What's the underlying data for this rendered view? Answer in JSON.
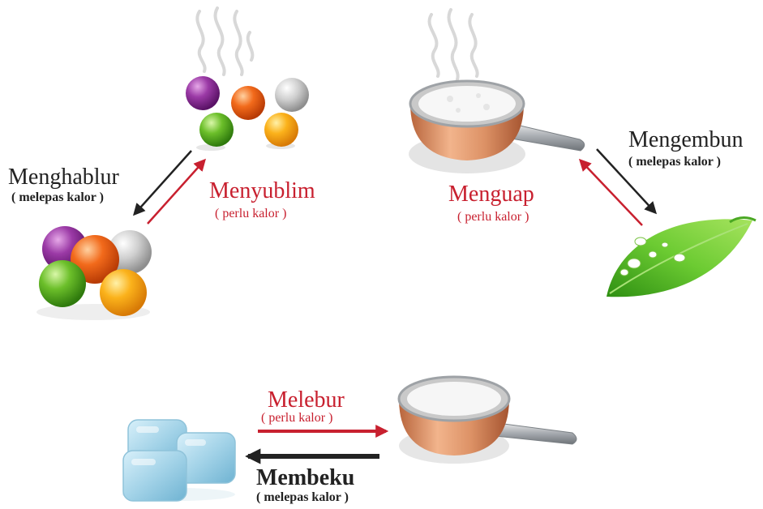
{
  "colors": {
    "endothermic": "#c8202f",
    "exothermic": "#222222",
    "copper": "#d98c5f",
    "steel": "#b9bcc0",
    "leaf": "#5cc330",
    "ice": "#a9d6ea"
  },
  "icons": {
    "gas_particles": "colored-balls-with-steam",
    "solid_particles": "colored-balls-cluster",
    "steaming_pan": "copper-pan-with-steam",
    "pan": "copper-pan-with-water",
    "leaf": "leaf-with-droplets",
    "ice": "ice-cubes"
  },
  "processes": {
    "menghablur": {
      "name": "Menghablur",
      "note": "( melepas kalor )"
    },
    "menyublim": {
      "name": "Menyublim",
      "note": "( perlu kalor )"
    },
    "menguap": {
      "name": "Menguap",
      "note": "( perlu kalor )"
    },
    "mengembun": {
      "name": "Mengembun",
      "note": "( melepas kalor )"
    },
    "melebur": {
      "name": "Melebur",
      "note": "( perlu kalor )"
    },
    "membeku": {
      "name": "Membeku",
      "note": "( melepas kalor )"
    }
  }
}
